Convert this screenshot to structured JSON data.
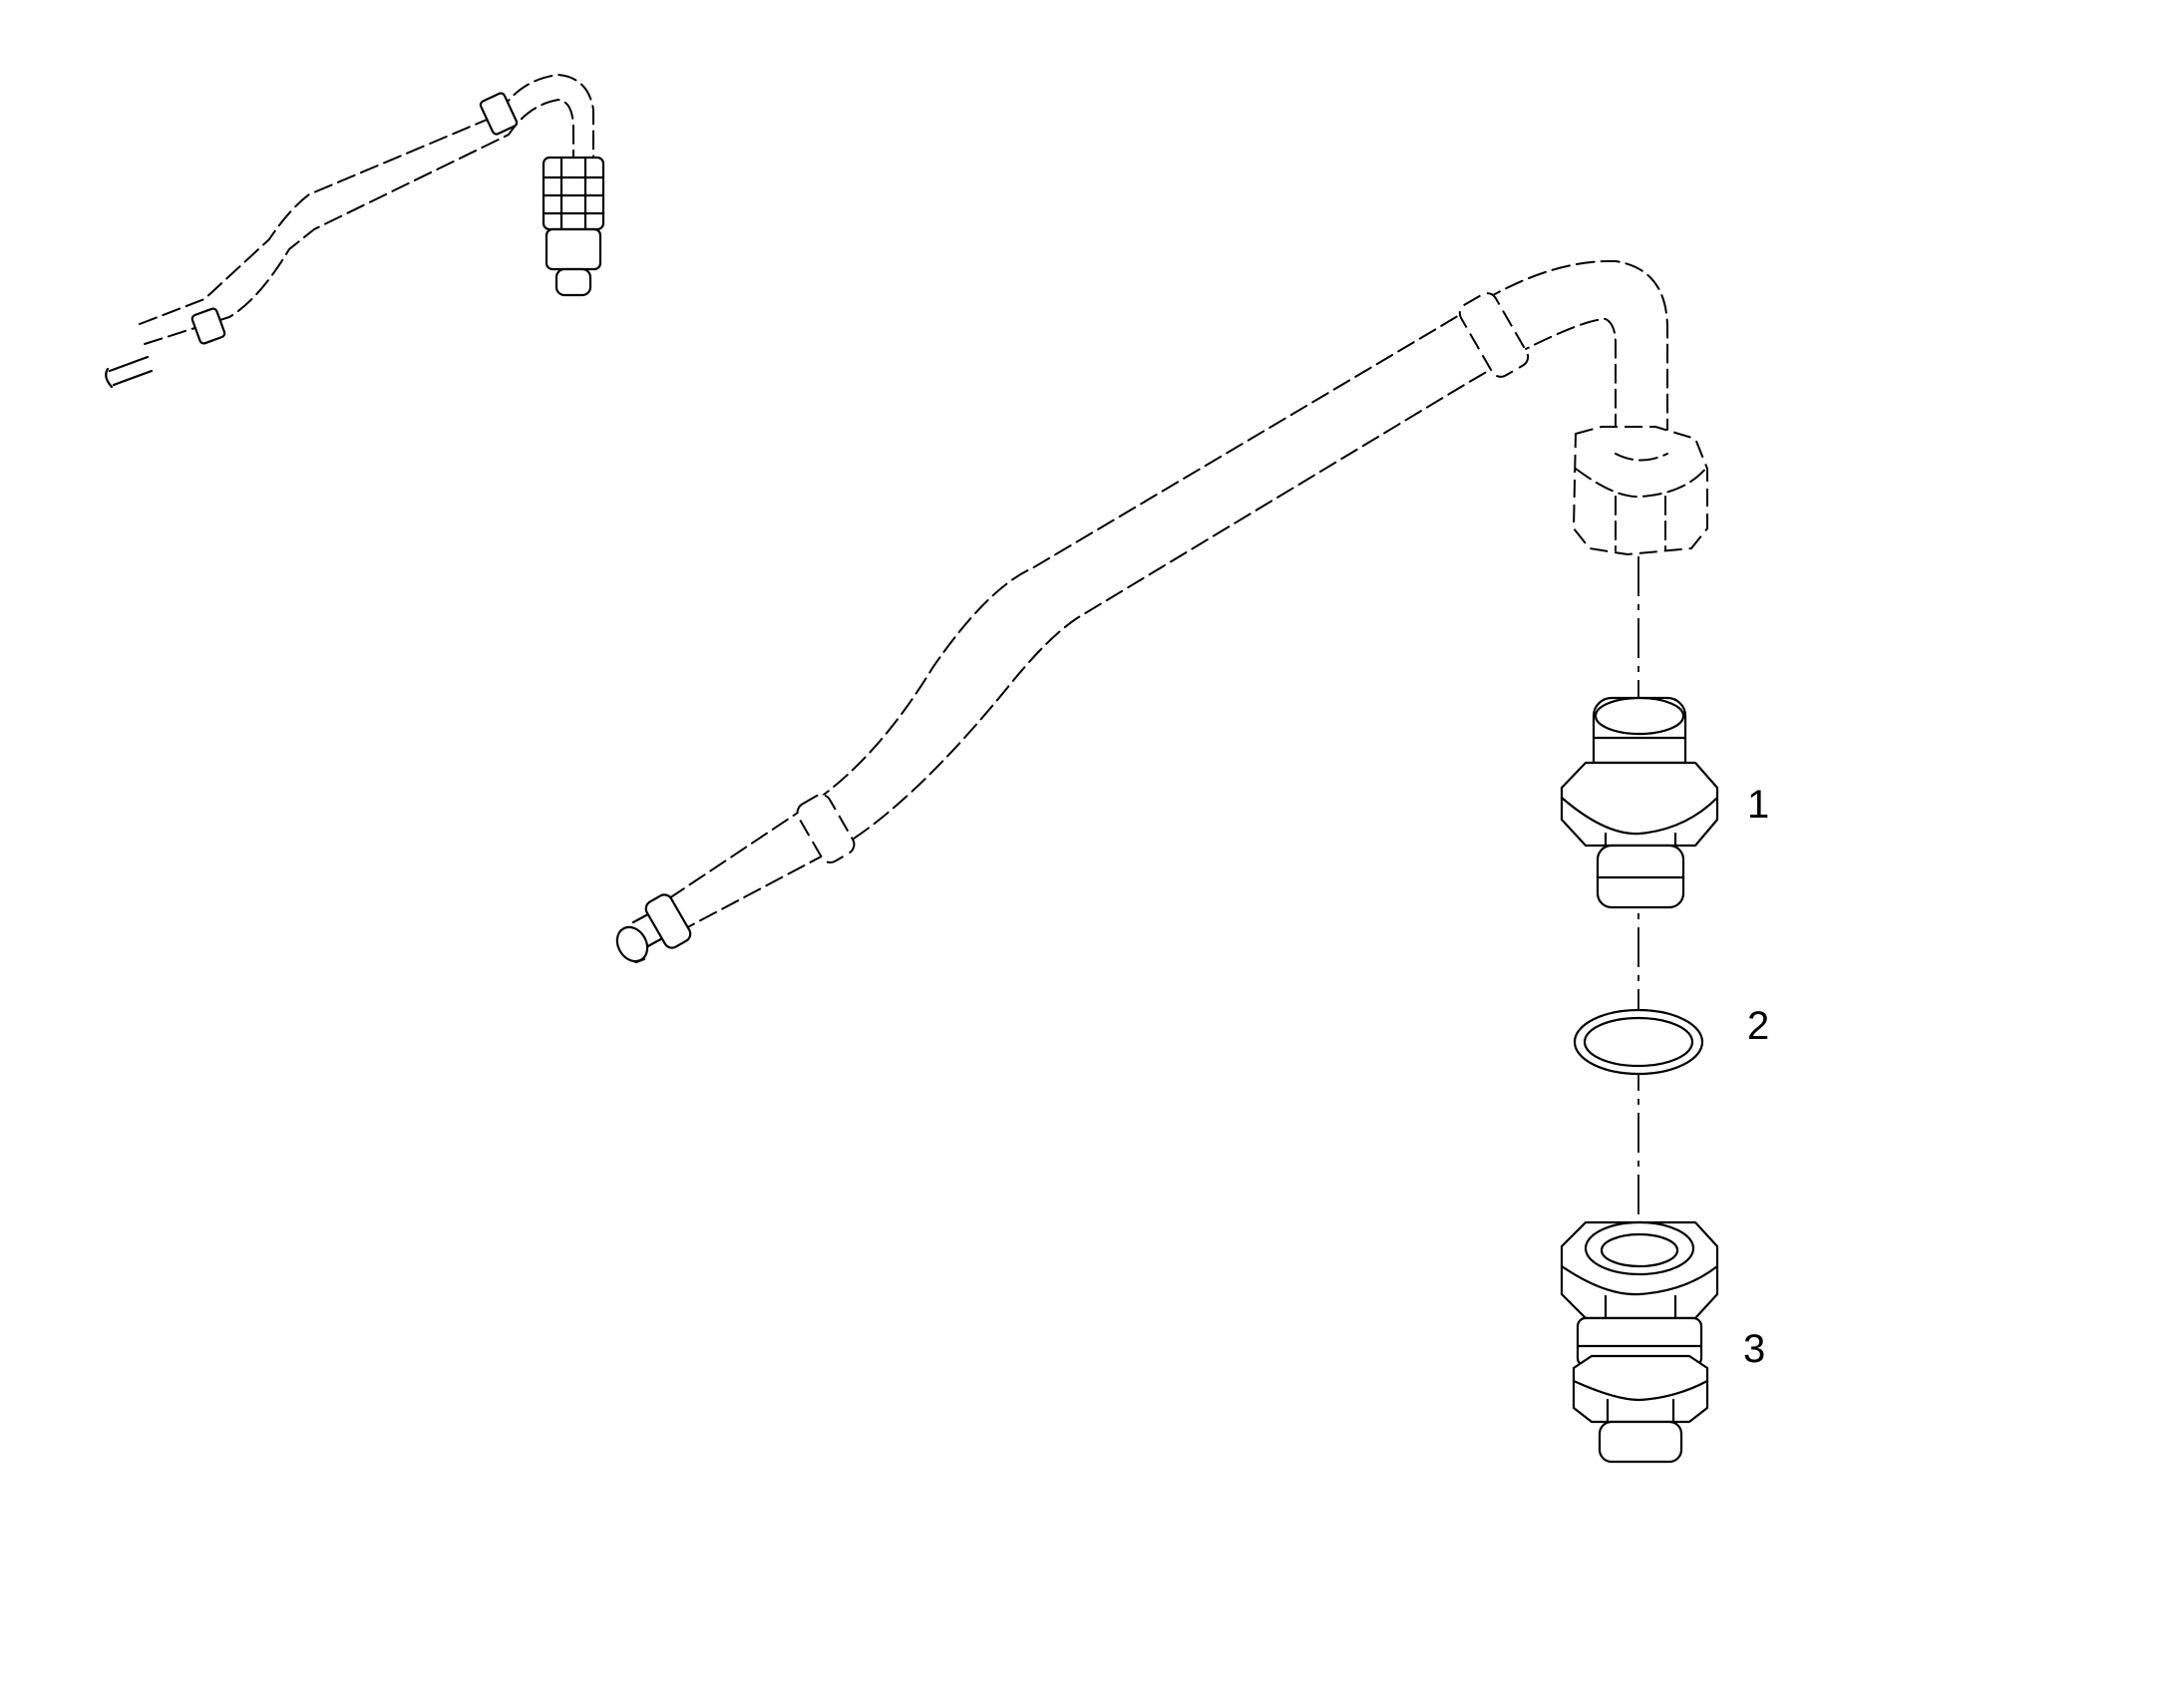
{
  "callouts": {
    "part1": "1",
    "part2": "2",
    "part3": "3"
  },
  "parts": [
    {
      "id": "part1",
      "icon": "double-threaded-union-fitting-icon"
    },
    {
      "id": "part2",
      "icon": "o-ring-seal-icon"
    },
    {
      "id": "part3",
      "icon": "hex-reducer-adapter-icon"
    }
  ],
  "colors": {
    "line": "#000000",
    "background": "#ffffff"
  }
}
